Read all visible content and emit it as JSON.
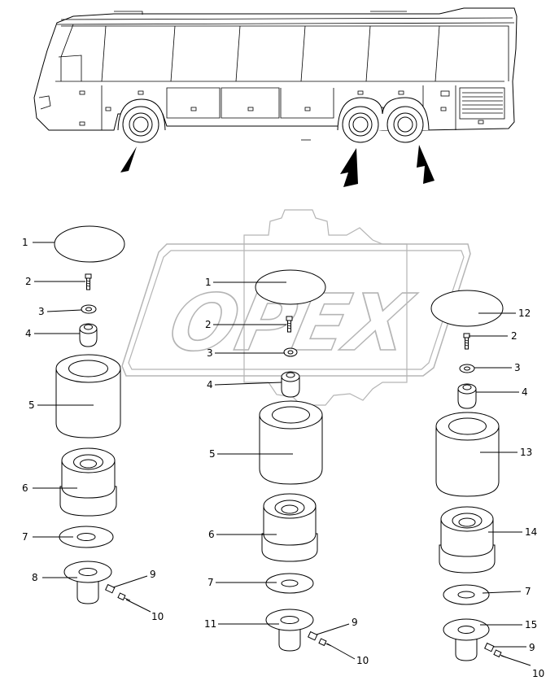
{
  "watermark": {
    "text": "OPEX"
  },
  "callouts": {
    "left": [
      "1",
      "2",
      "3",
      "4",
      "5",
      "6",
      "7",
      "8",
      "9",
      "10"
    ],
    "center": [
      "1",
      "2",
      "3",
      "4",
      "5",
      "6",
      "7",
      "11",
      "9",
      "10"
    ],
    "right": [
      "12",
      "2",
      "3",
      "4",
      "13",
      "14",
      "7",
      "15",
      "9",
      "10"
    ]
  },
  "colors": {
    "line": "#000000",
    "watermark": "#b5b5b5",
    "paper": "#ffffff"
  }
}
